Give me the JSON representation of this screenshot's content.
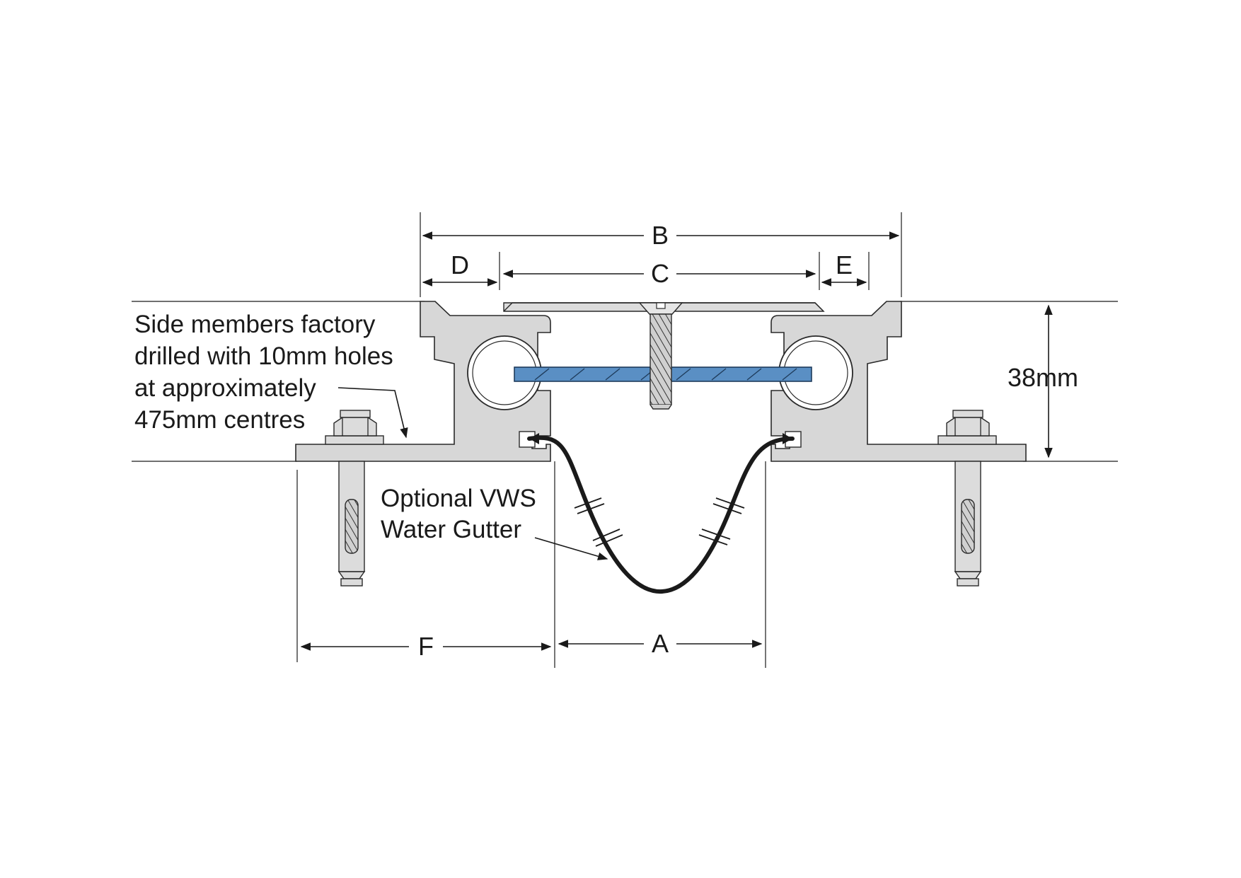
{
  "dimensions": {
    "a": "A",
    "b": "B",
    "c": "C",
    "d": "D",
    "e": "E",
    "f": "F",
    "height": "38mm"
  },
  "callouts": {
    "side_members": [
      "Side members factory",
      "drilled with 10mm holes",
      "at approximately",
      "475mm centres"
    ],
    "gutter": [
      "Optional VWS",
      "Water Gutter"
    ]
  },
  "colors": {
    "aluminium": "#d7d7d7",
    "blue_bar": "#5a8fc4",
    "gutter": "#1a1a1a",
    "ink": "#1a1a1a"
  }
}
